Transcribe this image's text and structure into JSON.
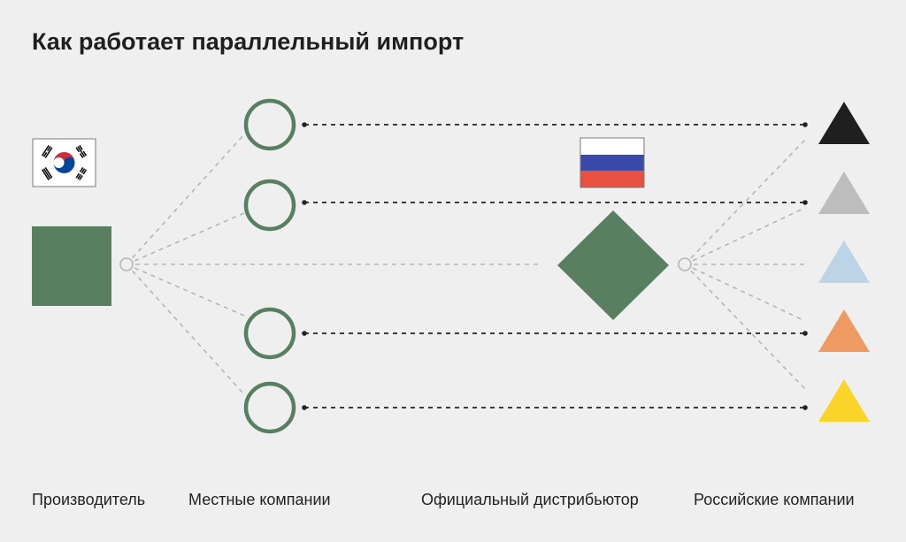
{
  "title": "Как работает параллельный импорт",
  "labels": {
    "producer": "Производитель",
    "local_companies": "Местные компании",
    "official_distributor": "Официальный дистрибьютор",
    "russian_companies": "Российские компании"
  },
  "flags": {
    "producer_country": "south-korea-flag",
    "distributor_country": "russia-flag"
  },
  "colors": {
    "background": "#efefef",
    "green": "#577f60",
    "dashed_dark": "#222222",
    "dashed_light": "#b5b5b5",
    "triangle_black": "#1f1f1f",
    "triangle_gray": "#bdbdbd",
    "triangle_lightblue": "#bdd3e6",
    "triangle_orange": "#ef9a63",
    "triangle_yellow": "#fbd42a"
  }
}
